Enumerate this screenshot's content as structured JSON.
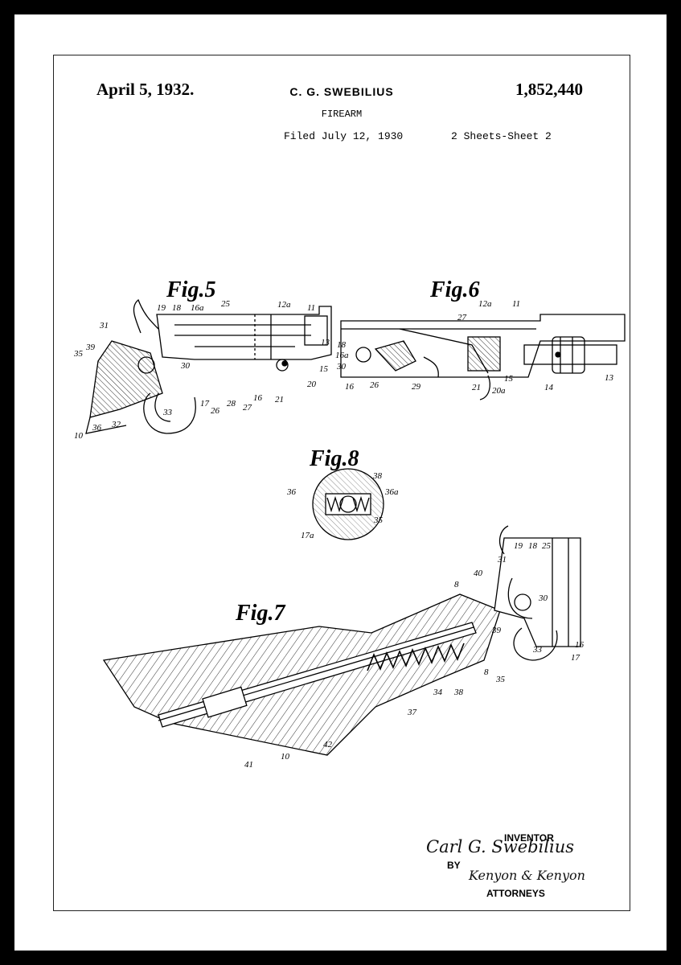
{
  "header": {
    "date": "April 5, 1932.",
    "inventor_name": "C. G. SWEBILIUS",
    "patent_number": "1,852,440",
    "title": "FIREARM",
    "filed": "Filed July 12, 1930",
    "sheets": "2 Sheets-Sheet  2"
  },
  "figures": {
    "fig5": {
      "label": "Fig.5",
      "refs": [
        "19",
        "18",
        "16a",
        "25",
        "12a",
        "11",
        "31",
        "39",
        "35",
        "13",
        "30",
        "15",
        "20",
        "33",
        "17",
        "26",
        "28",
        "27",
        "16",
        "21",
        "10",
        "36",
        "32"
      ]
    },
    "fig6": {
      "label": "Fig.6",
      "refs": [
        "12a",
        "11",
        "27",
        "18",
        "16a",
        "30",
        "16",
        "26",
        "29",
        "21",
        "20a",
        "15",
        "14",
        "13"
      ]
    },
    "fig8": {
      "label": "Fig.8",
      "refs": [
        "36",
        "38",
        "36a",
        "35",
        "17a"
      ]
    },
    "fig7": {
      "label": "Fig.7",
      "refs": [
        "19",
        "18",
        "25",
        "31",
        "40",
        "8",
        "30",
        "39",
        "16",
        "17",
        "33",
        "8",
        "35",
        "38",
        "34",
        "37",
        "42",
        "10",
        "41"
      ]
    }
  },
  "signature": {
    "inventor_heading": "INVENTOR",
    "inventor_signature": "Carl G. Swebilius",
    "by": "BY",
    "attorney_signature": "Kenyon & Kenyon",
    "attorneys_heading": "ATTORNEYS"
  }
}
